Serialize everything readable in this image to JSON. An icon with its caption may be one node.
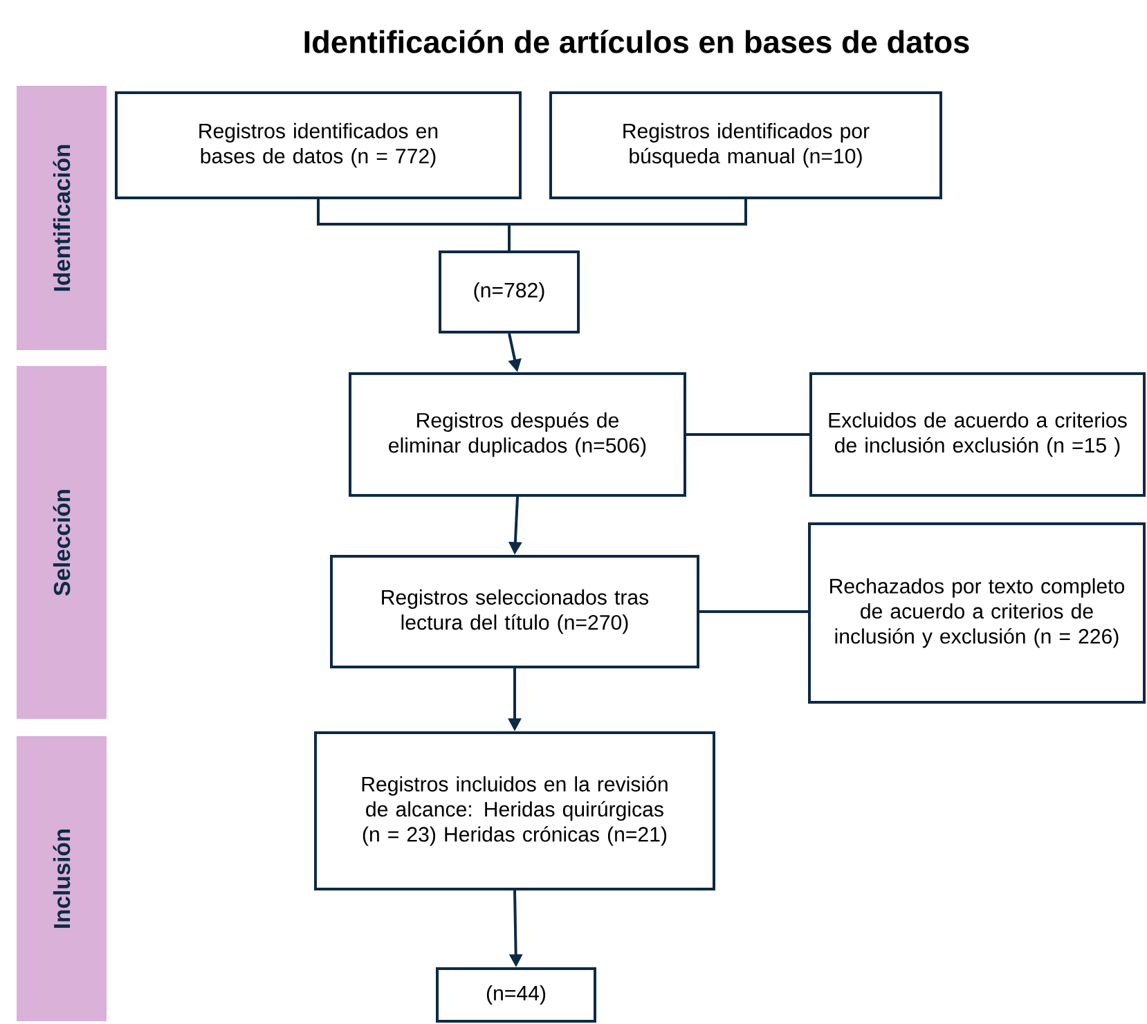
{
  "diagram": {
    "title": "Identificación de artículos en bases de datos",
    "nodes": [
      {
        "text": [
          "Identificación"
        ]
      },
      {
        "text": [
          "Registros identificados en bases de datos (n = 772)"
        ]
      },
      {
        "text": [
          "Registros identificados por búsqueda manual (n=10)"
        ]
      },
      {
        "text": [
          "(n=782)"
        ]
      },
      {
        "text": [
          "Selección"
        ]
      },
      {
        "text": [
          "Registros después de eliminar duplicados (n=506)"
        ]
      },
      {
        "text": [
          "Excluidos de acuerdo a criterios de inclusión exclusión (n =15 )"
        ]
      },
      {
        "text": [
          "Registros seleccionados tras lectura del título (n=270)"
        ]
      },
      {
        "text": [
          "Rechazados por texto completo de acuerdo a criterios de inclusión y exclusión (n = 226)"
        ]
      },
      {
        "text": [
          "Inclusión"
        ]
      },
      {
        "text": [
          "Registros incluidos en la revisión de alcance: Heridas quirúrgicas (n = 23) Heridas crónicas (n=21)"
        ]
      },
      {
        "text": [
          "(n=44)"
        ]
      }
    ],
    "edges": [
      {
        "from": 1,
        "to": 3,
        "arrow": "none"
      },
      {
        "from": 2,
        "to": 3,
        "arrow": "none"
      },
      {
        "from": 3,
        "to": 5,
        "arrow": "to"
      },
      {
        "from": 5,
        "to": 6,
        "arrow": "none"
      },
      {
        "from": 5,
        "to": 7,
        "arrow": "to"
      },
      {
        "from": 7,
        "to": 8,
        "arrow": "none"
      },
      {
        "from": 7,
        "to": 10,
        "arrow": "to"
      },
      {
        "from": 10,
        "to": 11,
        "arrow": "to"
      }
    ]
  }
}
